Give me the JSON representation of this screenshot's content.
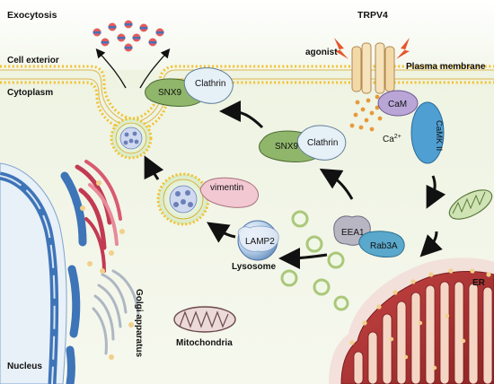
{
  "labels": {
    "exocytosis": "Exocytosis",
    "cell_exterior": "Cell exterior",
    "cytoplasm": "Cytoplasm",
    "trpv4": "TRPV4",
    "agonist": "agonist",
    "plasma_membrane": "Plasma membrane",
    "snx9": "SNX9",
    "clathrin": "Clathrin",
    "cam": "CaM",
    "camk": "CaMK II",
    "ca": "Ca",
    "ca_sup": "2+",
    "vimentin": "vimentin",
    "lamp2": "LAMP2",
    "lysosome": "Lysosome",
    "eea1": "EEA1",
    "rab3a": "Rab3A",
    "er": "ER",
    "golgi": "Golgi apparatus",
    "mitochondria": "Mitochondria",
    "nucleus": "Nucleus"
  },
  "colors": {
    "background_top": "#e8efda",
    "background_bottom": "#f3f6ea",
    "membrane_head": "#f2c230",
    "membrane_tail": "#c99a1a",
    "snx9": "#8fb66a",
    "clathrin": "#e6f0f7",
    "cam": "#b9a6d6",
    "camk": "#4f9fd3",
    "vimentin": "#f2c8d2",
    "eea1": "#b9b6c4",
    "rab3a": "#5aa8cc",
    "er": "#b83a3a",
    "nucleus": "#3e74b8",
    "golgi_red": "#c23a52",
    "arrow": "#111111"
  }
}
